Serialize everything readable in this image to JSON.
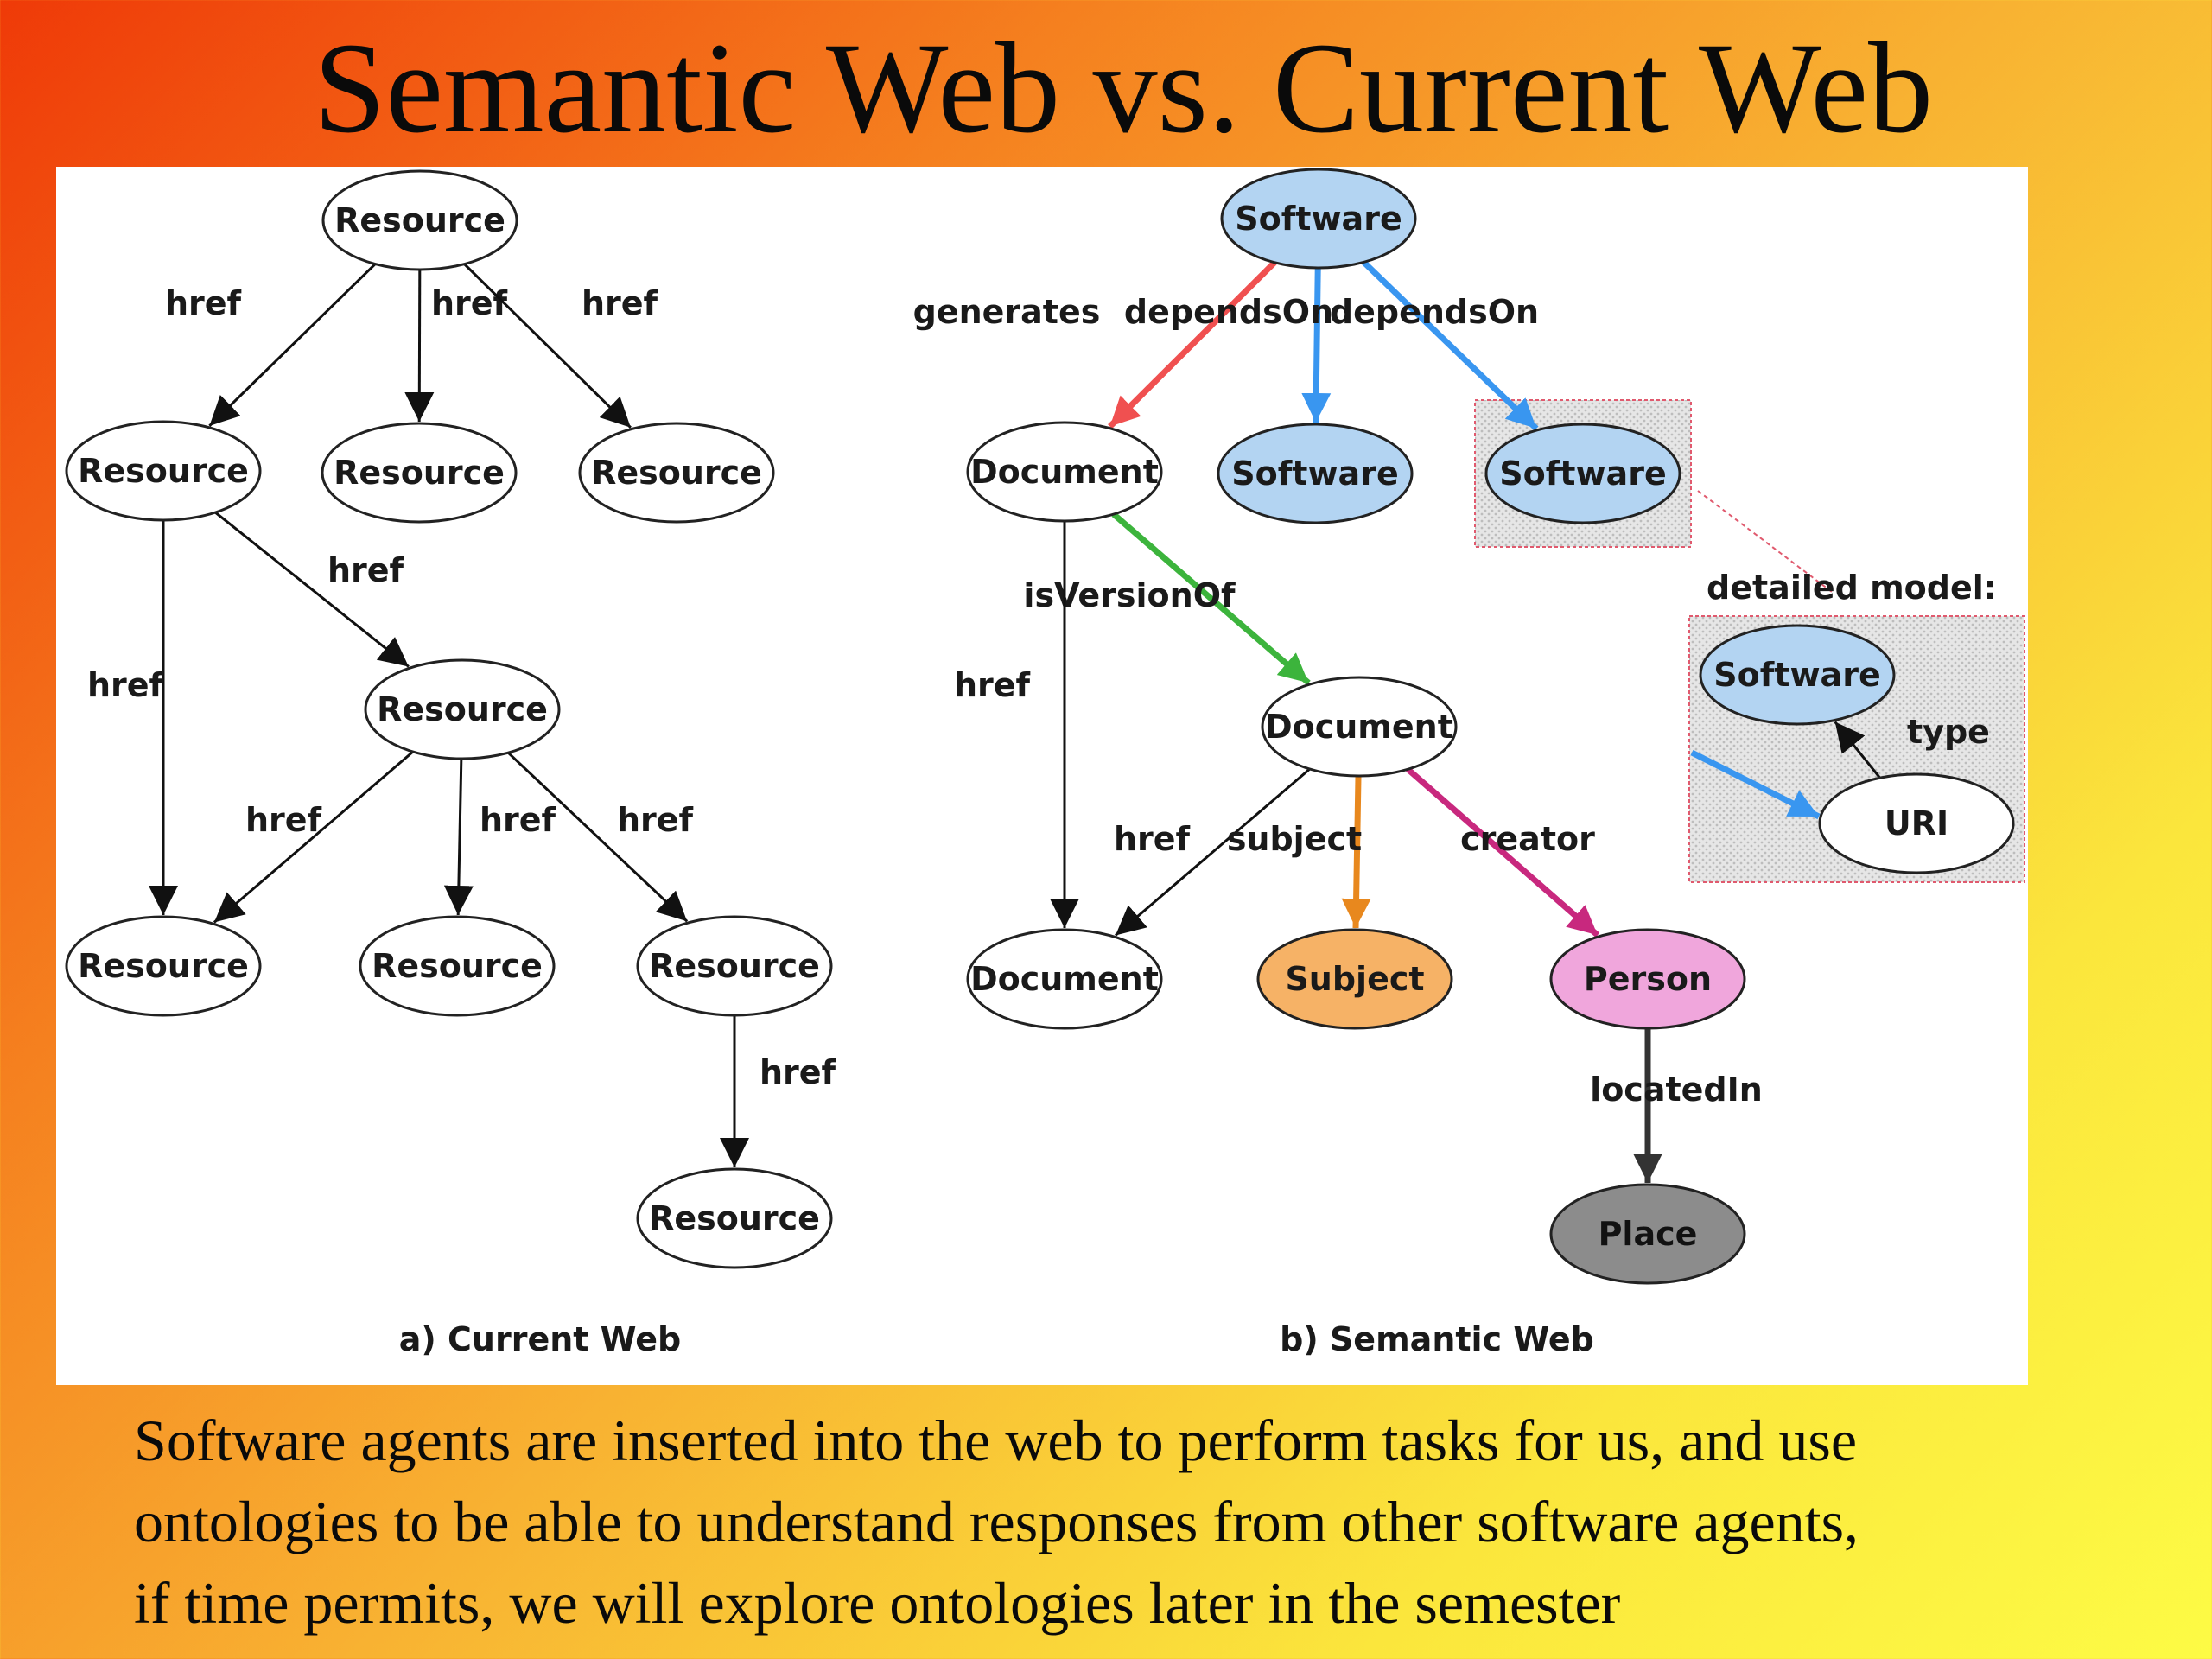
{
  "title": "Semantic Web vs. Current Web",
  "colors": {
    "node_default": "#ffffff",
    "node_blue": "#b3d4f2",
    "node_orange": "#f6b266",
    "node_pink": "#f0a6dc",
    "node_gray": "#8c8c8c",
    "edge_black": "#111111",
    "edge_red": "#f05050",
    "edge_blue": "#3996f0",
    "edge_green": "#3cb43c",
    "edge_orange": "#e8881e",
    "edge_magenta": "#c8287e",
    "edge_gray": "#333333",
    "dotted_box": "#e05a6e"
  },
  "diagram": {
    "current_web": {
      "caption": "a) Current Web",
      "nodes": [
        {
          "id": "r1",
          "label": "Resource"
        },
        {
          "id": "r2",
          "label": "Resource"
        },
        {
          "id": "r3",
          "label": "Resource"
        },
        {
          "id": "r4",
          "label": "Resource"
        },
        {
          "id": "r5",
          "label": "Resource"
        },
        {
          "id": "r6",
          "label": "Resource"
        },
        {
          "id": "r7",
          "label": "Resource"
        },
        {
          "id": "r8",
          "label": "Resource"
        },
        {
          "id": "r9",
          "label": "Resource"
        }
      ],
      "edges": [
        {
          "from": "r1",
          "to": "r2",
          "label": "href"
        },
        {
          "from": "r1",
          "to": "r3",
          "label": "href"
        },
        {
          "from": "r1",
          "to": "r4",
          "label": "href"
        },
        {
          "from": "r2",
          "to": "r5",
          "label": "href"
        },
        {
          "from": "r2",
          "to": "r6",
          "label": "href"
        },
        {
          "from": "r5",
          "to": "r6",
          "label": "href"
        },
        {
          "from": "r5",
          "to": "r7",
          "label": "href"
        },
        {
          "from": "r5",
          "to": "r8",
          "label": "href"
        },
        {
          "from": "r8",
          "to": "r9",
          "label": "href"
        }
      ]
    },
    "semantic_web": {
      "caption": "b) Semantic Web",
      "nodes": [
        {
          "id": "s1",
          "label": "Software",
          "kind": "blue"
        },
        {
          "id": "d1",
          "label": "Document",
          "kind": "white"
        },
        {
          "id": "s2",
          "label": "Software",
          "kind": "blue"
        },
        {
          "id": "s3",
          "label": "Software",
          "kind": "blue"
        },
        {
          "id": "d2",
          "label": "Document",
          "kind": "white"
        },
        {
          "id": "d3",
          "label": "Document",
          "kind": "white"
        },
        {
          "id": "sub",
          "label": "Subject",
          "kind": "orange"
        },
        {
          "id": "per",
          "label": "Person",
          "kind": "pink"
        },
        {
          "id": "pla",
          "label": "Place",
          "kind": "gray"
        }
      ],
      "edges": [
        {
          "from": "s1",
          "to": "d1",
          "label": "generates",
          "color": "red"
        },
        {
          "from": "s1",
          "to": "s2",
          "label": "dependsOn",
          "color": "blue"
        },
        {
          "from": "s1",
          "to": "s3",
          "label": "dependsOn",
          "color": "blue"
        },
        {
          "from": "d1",
          "to": "d2",
          "label": "isVersionOf",
          "color": "green"
        },
        {
          "from": "d1",
          "to": "d3",
          "label": "href",
          "color": "black"
        },
        {
          "from": "d2",
          "to": "d3",
          "label": "href",
          "color": "black"
        },
        {
          "from": "d2",
          "to": "sub",
          "label": "subject",
          "color": "orange"
        },
        {
          "from": "d2",
          "to": "per",
          "label": "creator",
          "color": "magenta"
        },
        {
          "from": "per",
          "to": "pla",
          "label": "locatedIn",
          "color": "gray"
        }
      ],
      "detailed_model": {
        "heading": "detailed model:",
        "nodes": [
          {
            "id": "ds",
            "label": "Software",
            "kind": "blue"
          },
          {
            "id": "uri",
            "label": "URI",
            "kind": "white"
          }
        ],
        "edges": [
          {
            "from": "uri",
            "to": "ds",
            "label": "type",
            "color": "black"
          }
        ]
      }
    }
  },
  "body": {
    "lines": [
      "Software agents are inserted into the web to perform tasks for us, and use",
      "ontologies to be able to understand responses from other software agents,",
      "if time permits, we will explore ontologies later in the semester"
    ]
  }
}
